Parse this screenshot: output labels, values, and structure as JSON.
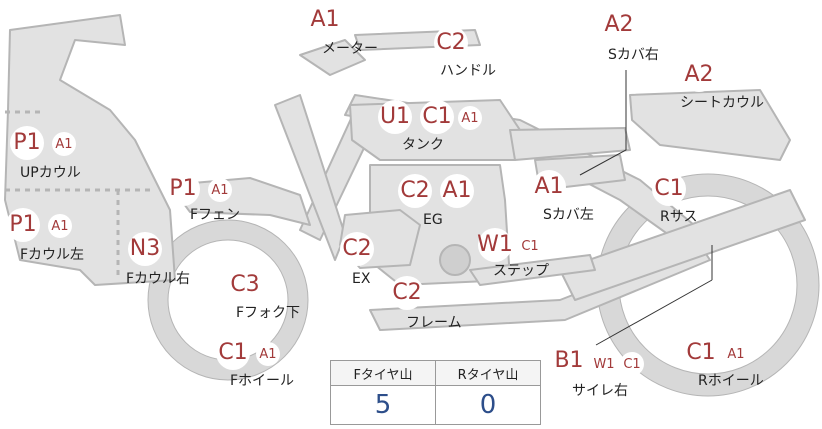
{
  "labels": {
    "meter": "メーター",
    "handle": "ハンドル",
    "s_cover_right": "Sカバ右",
    "seat_cowl": "シートカウル",
    "tank": "タンク",
    "up_cowl": "UPカウル",
    "f_fender": "Fフェン",
    "engine": "EG",
    "s_cover_left": "Sカバ左",
    "r_suspension": "Rサス",
    "f_cowl_left": "Fカウル左",
    "f_cowl_right": "Fカウル右",
    "exhaust": "EX",
    "step": "ステップ",
    "f_fork_lower": "Fフォク下",
    "frame": "フレーム",
    "f_wheel": "Fホイール",
    "silencer_right": "サイレ右",
    "r_wheel": "Rホイール"
  },
  "badges": {
    "meter": [
      "A1"
    ],
    "handle": [
      "C2"
    ],
    "s_cover_right": [
      "A2"
    ],
    "seat_cowl": [
      "A2"
    ],
    "tank": [
      "U1",
      "C1",
      "A1"
    ],
    "up_cowl": [
      "P1",
      "A1"
    ],
    "f_fender": [
      "P1",
      "A1"
    ],
    "engine": [
      "C2",
      "A1"
    ],
    "s_cover_left": [
      "A1"
    ],
    "r_suspension": [
      "C1"
    ],
    "f_cowl_left": [
      "P1",
      "A1"
    ],
    "f_cowl_right": [
      "N3"
    ],
    "exhaust": [
      "C2"
    ],
    "step": [
      "W1",
      "C1"
    ],
    "f_fork_lower": [
      "C3"
    ],
    "frame": [
      "C2"
    ],
    "f_wheel": [
      "C1",
      "A1"
    ],
    "silencer_right": [
      "B1",
      "W1",
      "C1"
    ],
    "r_wheel": [
      "C1",
      "A1"
    ]
  },
  "tread": {
    "front_header": "Fタイヤ山",
    "rear_header": "Rタイヤ山",
    "front_value": "5",
    "rear_value": "0"
  },
  "colors": {
    "part_fill": "#e2e2e2",
    "part_stroke": "#b5b5b5",
    "badge_text": "#a23a3a",
    "value_text": "#2d4e8a"
  }
}
